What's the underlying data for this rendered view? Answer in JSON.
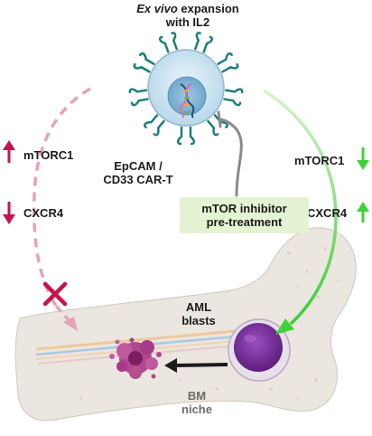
{
  "labels": {
    "expansion_line1_italic": "Ex vivo",
    "expansion_line1_rest": " expansion",
    "expansion_line2": "with IL2",
    "car_line1": "EpCAM /",
    "car_line2": "CD33 CAR-T",
    "mtorc1_left": "mTORC1",
    "cxcr4_left": "CXCR4",
    "mtorc1_right": "mTORC1",
    "cxcr4_right": "CXCR4",
    "inhibitor_line1": "mTOR inhibitor",
    "inhibitor_line2": "pre-treatment",
    "aml_line1": "AML",
    "aml_line2": "blasts",
    "bm_line1": "BM",
    "bm_line2": "niche"
  },
  "colors": {
    "red": "#c8124e",
    "pink": "#e7a2b4",
    "green": "#3ed23a",
    "light_green": "#cfeec0",
    "inhibitor_bg": "#e4f4d2",
    "inhibitor_line": "#8a8a8a",
    "bone": "#ebe6df",
    "tcell_purple": "#6f2a8e",
    "blast_purple": "#8e2466",
    "cell_blue": "#cfe5f2",
    "receptor_teal": "#1c7f7a"
  },
  "icons": {
    "left_mtorc1": "up-arrow-icon",
    "left_cxcr4": "down-arrow-icon",
    "right_mtorc1": "down-arrow-icon",
    "right_cxcr4": "up-arrow-icon",
    "blocked_path": "x-cross-icon",
    "dna": "dna-icon"
  }
}
